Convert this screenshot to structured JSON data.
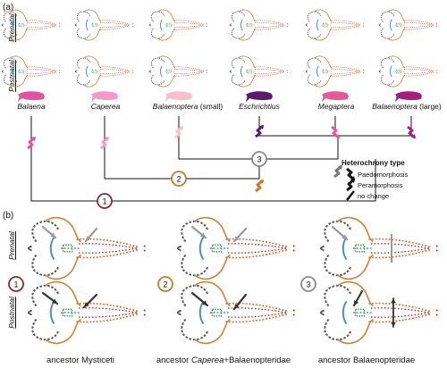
{
  "panel_a_label": "(a)",
  "panel_b_label": "(b)",
  "row_labels": {
    "prenatal": "Prenatal",
    "postnatal": "Postnatal"
  },
  "taxa": [
    {
      "name": "Balaena",
      "suffix": "",
      "color": "#e0569e"
    },
    {
      "name": "Caperea",
      "suffix": "",
      "color": "#f39bc7"
    },
    {
      "name": "Balaenoptera",
      "suffix": " (small)",
      "color": "#f7c0cf"
    },
    {
      "name": "Eschrichtius",
      "suffix": "",
      "color": "#5b1a6e"
    },
    {
      "name": "Megaptera",
      "suffix": "",
      "color": "#e35a98"
    },
    {
      "name": "Balaenoptera",
      "suffix": " (large)",
      "color": "#a51f7f"
    }
  ],
  "nodes": [
    "1",
    "2",
    "3"
  ],
  "node_colors": {
    "1": "#8b2a2a",
    "2": "#c77a2a",
    "3": "#8a8a8a"
  },
  "legend": {
    "title": "Heterochrony type",
    "items": [
      "Paedomorphosis",
      "Peramorphosis",
      "no change"
    ]
  },
  "ancestors": [
    {
      "prefix": "ancestor ",
      "italic": "",
      "suffix": "Mysticeti"
    },
    {
      "prefix": "ancestor ",
      "italic": "Caperea",
      "suffix": "+Balaenopteridae"
    },
    {
      "prefix": "ancestor ",
      "italic": "",
      "suffix": "Balaenopteridae"
    }
  ],
  "palette": {
    "skull_outline": "#c8873a",
    "dots_orange": "#c8692a",
    "dots_red": "#b02a2a",
    "blue": "#4a90c2",
    "green": "#3f9e3f",
    "bone_gray": "#555555",
    "arrow_gray": "#9a9a9a",
    "arrow_dark": "#333333"
  }
}
